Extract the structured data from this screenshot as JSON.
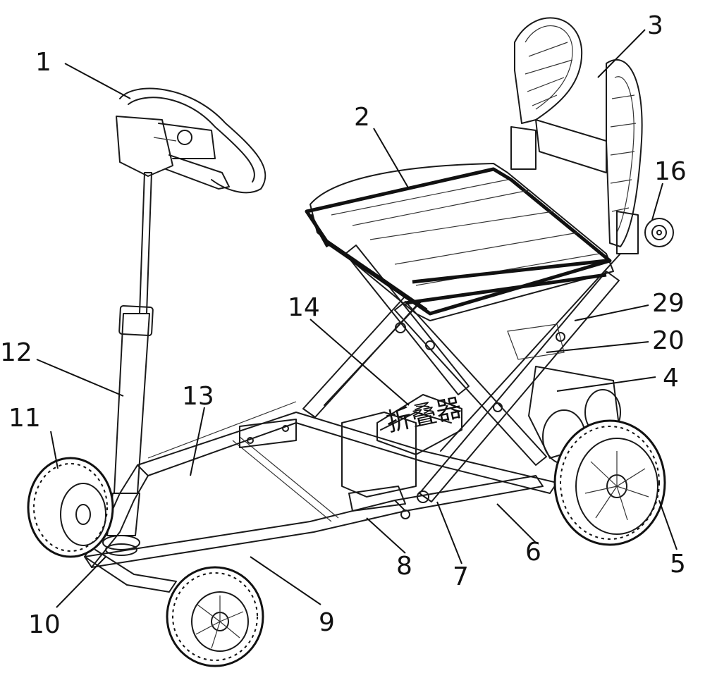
{
  "labels": {
    "l1": "1",
    "l2": "2",
    "l3": "3",
    "l4": "4",
    "l5": "5",
    "l6": "6",
    "l7": "7",
    "l8": "8",
    "l9": "9",
    "l10": "10",
    "l11": "11",
    "l12": "12",
    "l13": "13",
    "l14": "14",
    "l16": "16",
    "l20": "20",
    "l29": "29"
  },
  "plate_text": "折叠器",
  "colors": {
    "line": "#111111",
    "background": "#ffffff"
  }
}
